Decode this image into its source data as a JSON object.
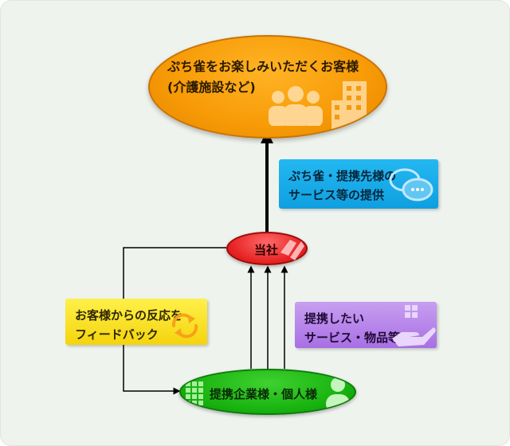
{
  "nodes": {
    "customer": {
      "line1": "ぷち雀をお楽しみいただくお客様",
      "line2": "(介護施設など)"
    },
    "company": {
      "label": "当社"
    },
    "partners": {
      "label": "提携企業様・個人様"
    }
  },
  "boxes": {
    "service": {
      "line1": "ぷち雀・提携先様の",
      "line2": "サービス等の提供"
    },
    "feedback": {
      "line1": "お客様からの反応を",
      "line2": "フィードバック"
    },
    "offer": {
      "line1": "提携したい",
      "line2": "サービス・物品等"
    }
  },
  "colors": {
    "customer": "#f79a06",
    "company": "#e72424",
    "partners": "#17b20f",
    "service_box": "#1aa9e8",
    "feedback_box": "#f8e22a",
    "offer_box": "#b986ea",
    "connector": "#000000"
  }
}
